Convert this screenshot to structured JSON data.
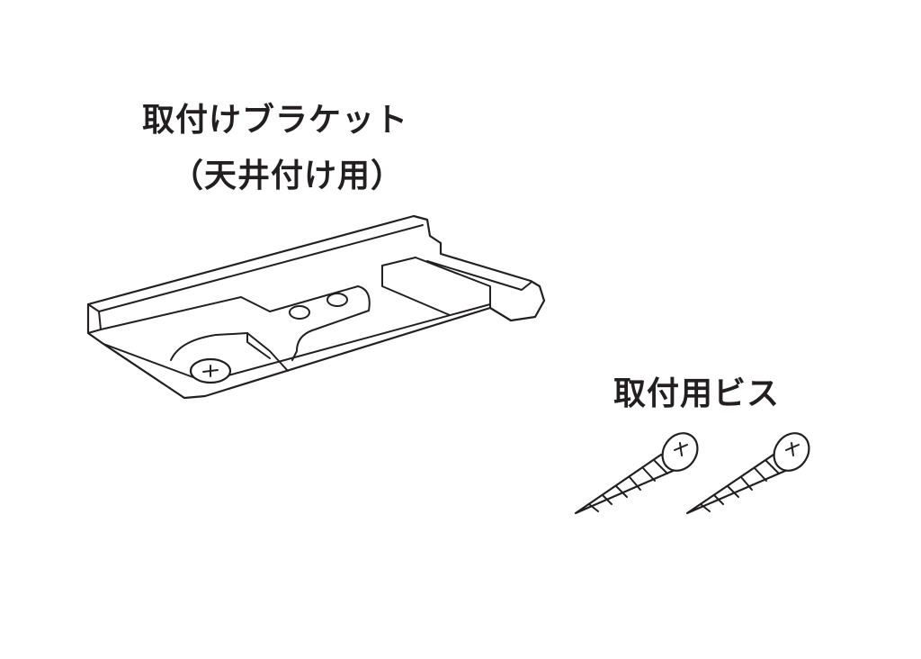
{
  "labels": {
    "bracket_title": "取付けブラケット",
    "bracket_subtitle": "（天井付け用）",
    "screws_title": "取付用ビス"
  },
  "colors": {
    "line": "#231f20",
    "background": "#ffffff"
  }
}
